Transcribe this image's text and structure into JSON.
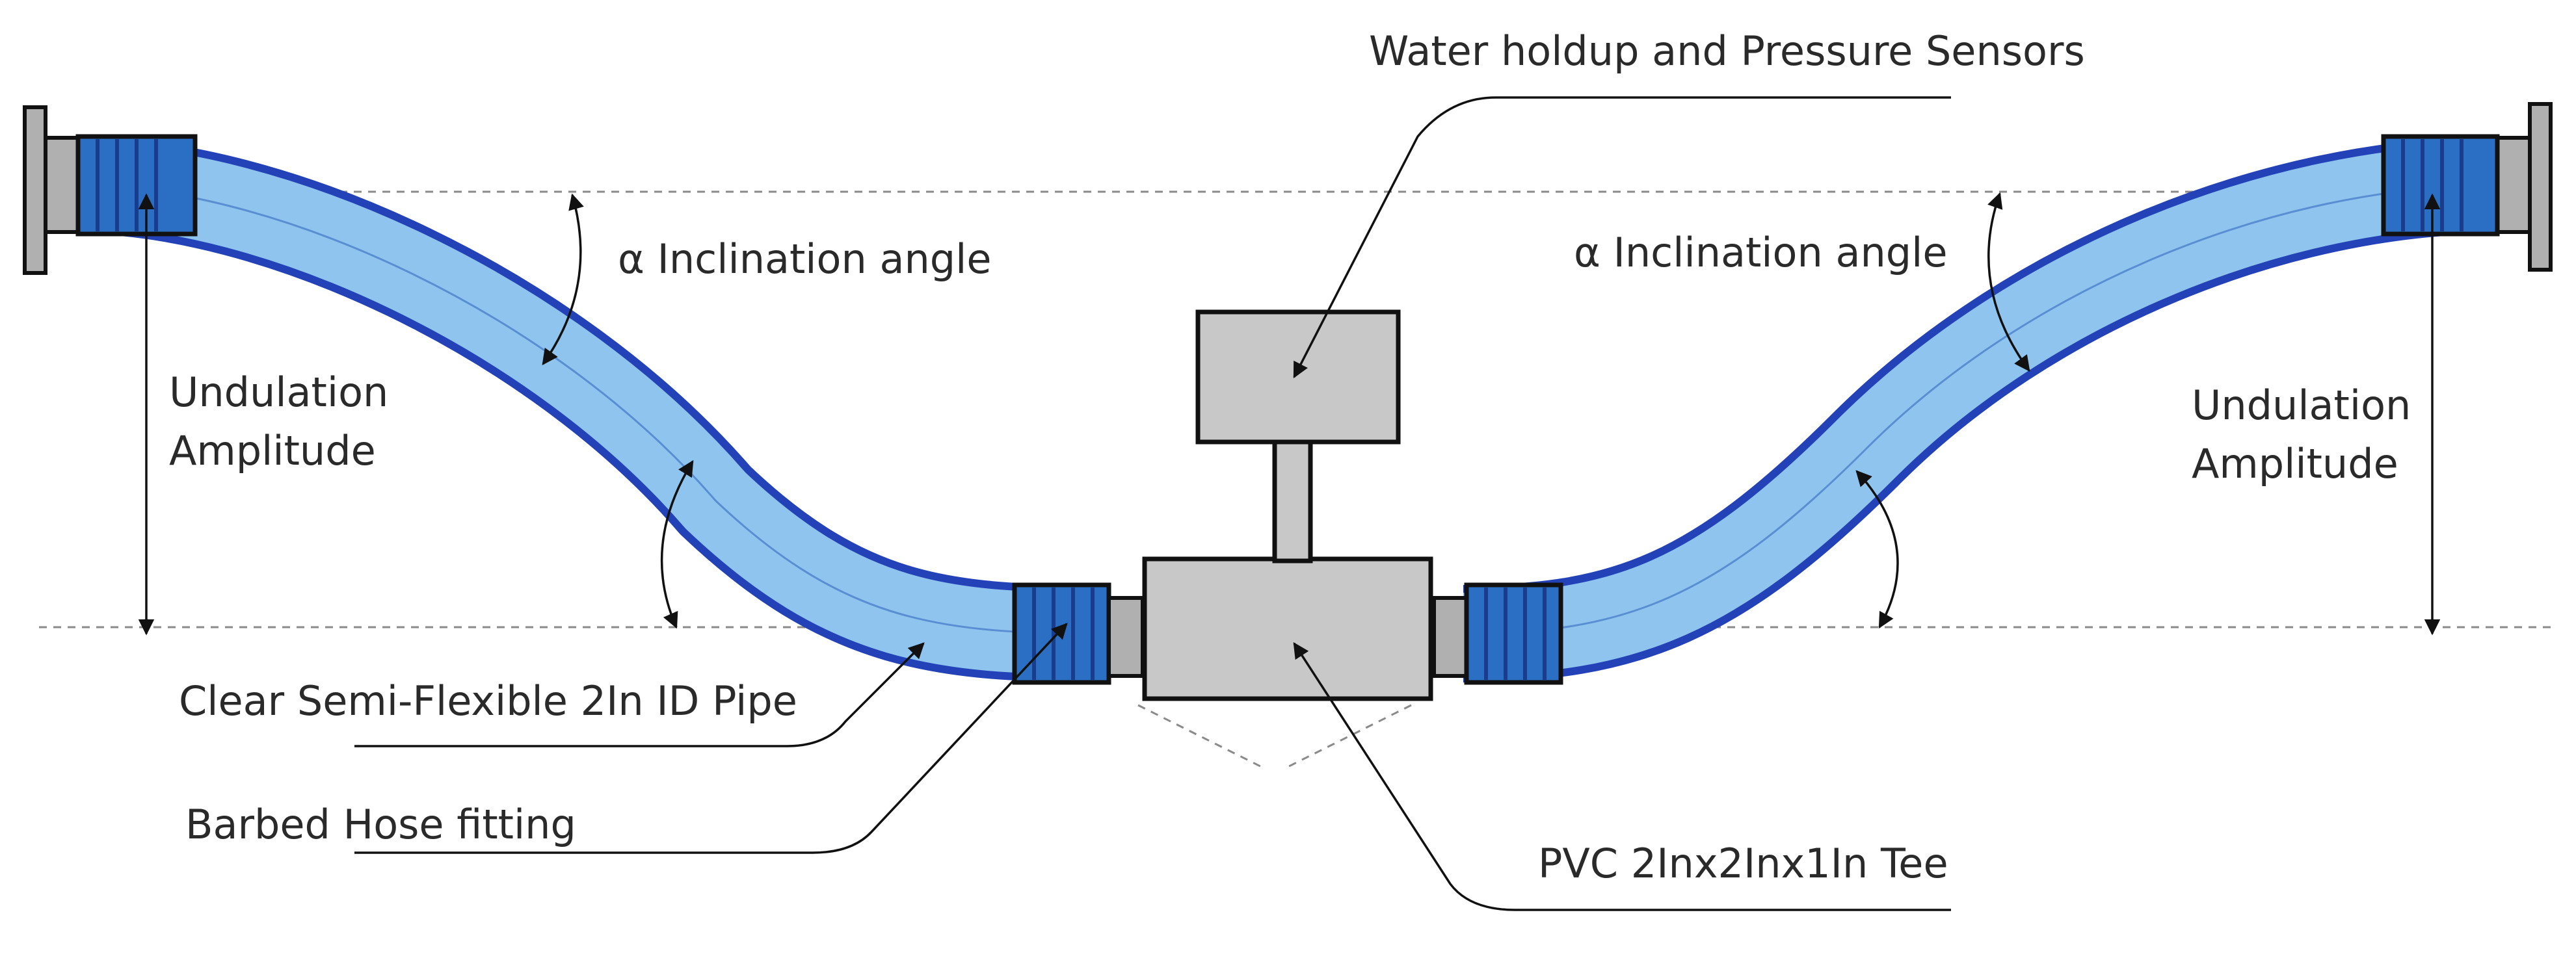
{
  "labels": {
    "sensors": "Water holdup and Pressure Sensors",
    "inclination_left": "α Inclination angle",
    "inclination_right": "α Inclination angle",
    "amplitude_left_line1": "Undulation",
    "amplitude_left_line2": "Amplitude",
    "amplitude_right_line1": "Undulation",
    "amplitude_right_line2": "Amplitude",
    "pipe": "Clear Semi-Flexible 2In ID Pipe",
    "hose_fitting": "Barbed Hose fitting",
    "tee": "PVC 2Inx2Inx1In Tee"
  },
  "colors": {
    "pipe_fill": "#8fc4ef",
    "pipe_wall": "#2342b8",
    "fitting": "#2b6fc4",
    "tee": "#c8c8c8",
    "outline": "#111111"
  }
}
